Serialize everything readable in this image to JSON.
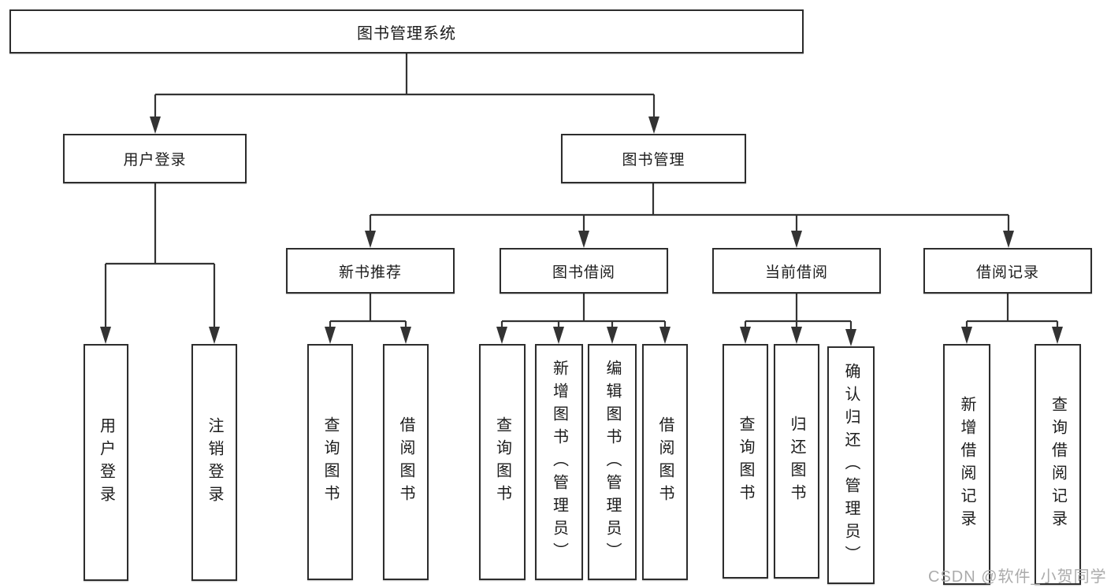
{
  "tree": {
    "label": "图书管理系统",
    "children": [
      {
        "label": "用户登录",
        "children": [
          {
            "label": "用户登录"
          },
          {
            "label": "注销登录"
          }
        ]
      },
      {
        "label": "图书管理",
        "children": [
          {
            "label": "新书推荐",
            "children": [
              {
                "label": "查询图书"
              },
              {
                "label": "借阅图书"
              }
            ]
          },
          {
            "label": "图书借阅",
            "children": [
              {
                "label": "查询图书"
              },
              {
                "label": "新增图书（管理员）"
              },
              {
                "label": "编辑图书（管理员）"
              },
              {
                "label": "借阅图书"
              }
            ]
          },
          {
            "label": "当前借阅",
            "children": [
              {
                "label": "查询图书"
              },
              {
                "label": "归还图书"
              },
              {
                "label": "确认归还（管理员）"
              }
            ]
          },
          {
            "label": "借阅记录",
            "children": [
              {
                "label": "新增借阅记录"
              },
              {
                "label": "查询借阅记录"
              }
            ]
          }
        ]
      }
    ]
  },
  "watermark": {
    "text": "CSDN @软件_小贺同学"
  },
  "colors": {
    "line": "#333333",
    "box_border": "#2d2d2d",
    "text": "#1c1c1c",
    "watermark": "#ababab",
    "background": "#ffffff"
  }
}
